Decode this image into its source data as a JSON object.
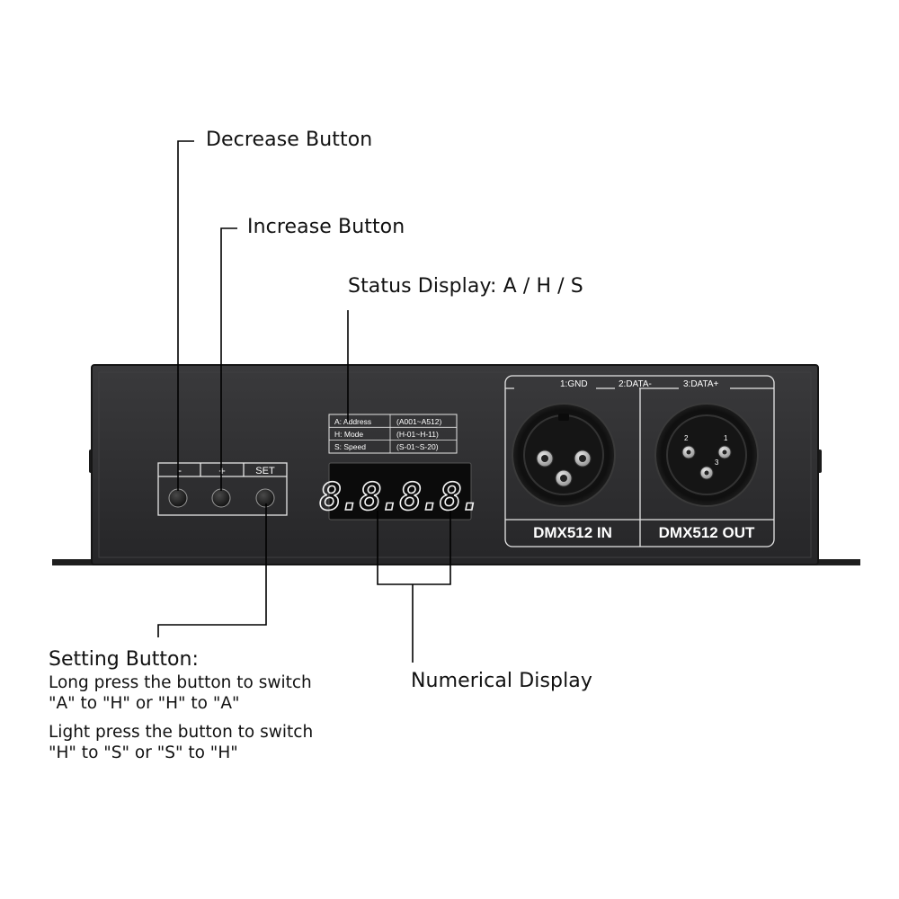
{
  "callouts": {
    "decrease": "Decrease Button",
    "increase": "Increase Button",
    "status": "Status Display: A / H / S",
    "setting_title": "Setting Button:",
    "setting_lines": [
      "Long press the button to switch",
      "\"A\" to \"H\" or \"H\" to \"A\"",
      "Light press the button to switch",
      "\"H\" to \"S\" or \"S\" to \"H\""
    ],
    "numerical": "Numerical Display"
  },
  "device": {
    "buttons": {
      "minus": "-",
      "plus": "+",
      "set": "SET"
    },
    "status_table": [
      {
        "label": "A: Address",
        "range": "(A001~A512)"
      },
      {
        "label": "H: Mode",
        "range": "(H-01~H-11)"
      },
      {
        "label": "S: Speed",
        "range": "(S-01~S-20)"
      }
    ],
    "display_digits": "8.8.8.8.",
    "pins": {
      "gnd": "1:GND",
      "data_minus": "2:DATA-",
      "data_plus": "3:DATA+"
    },
    "port_in": "DMX512 IN",
    "port_out": "DMX512 OUT",
    "out_pin_labels": {
      "p1": "1",
      "p2": "2",
      "p3": "3"
    }
  },
  "colors": {
    "case": "#2c2c2e",
    "panel_line": "#e6e6e6",
    "display_bg": "#0b0b0b",
    "segment": "#f2f2f2",
    "callout_line": "#000000"
  }
}
